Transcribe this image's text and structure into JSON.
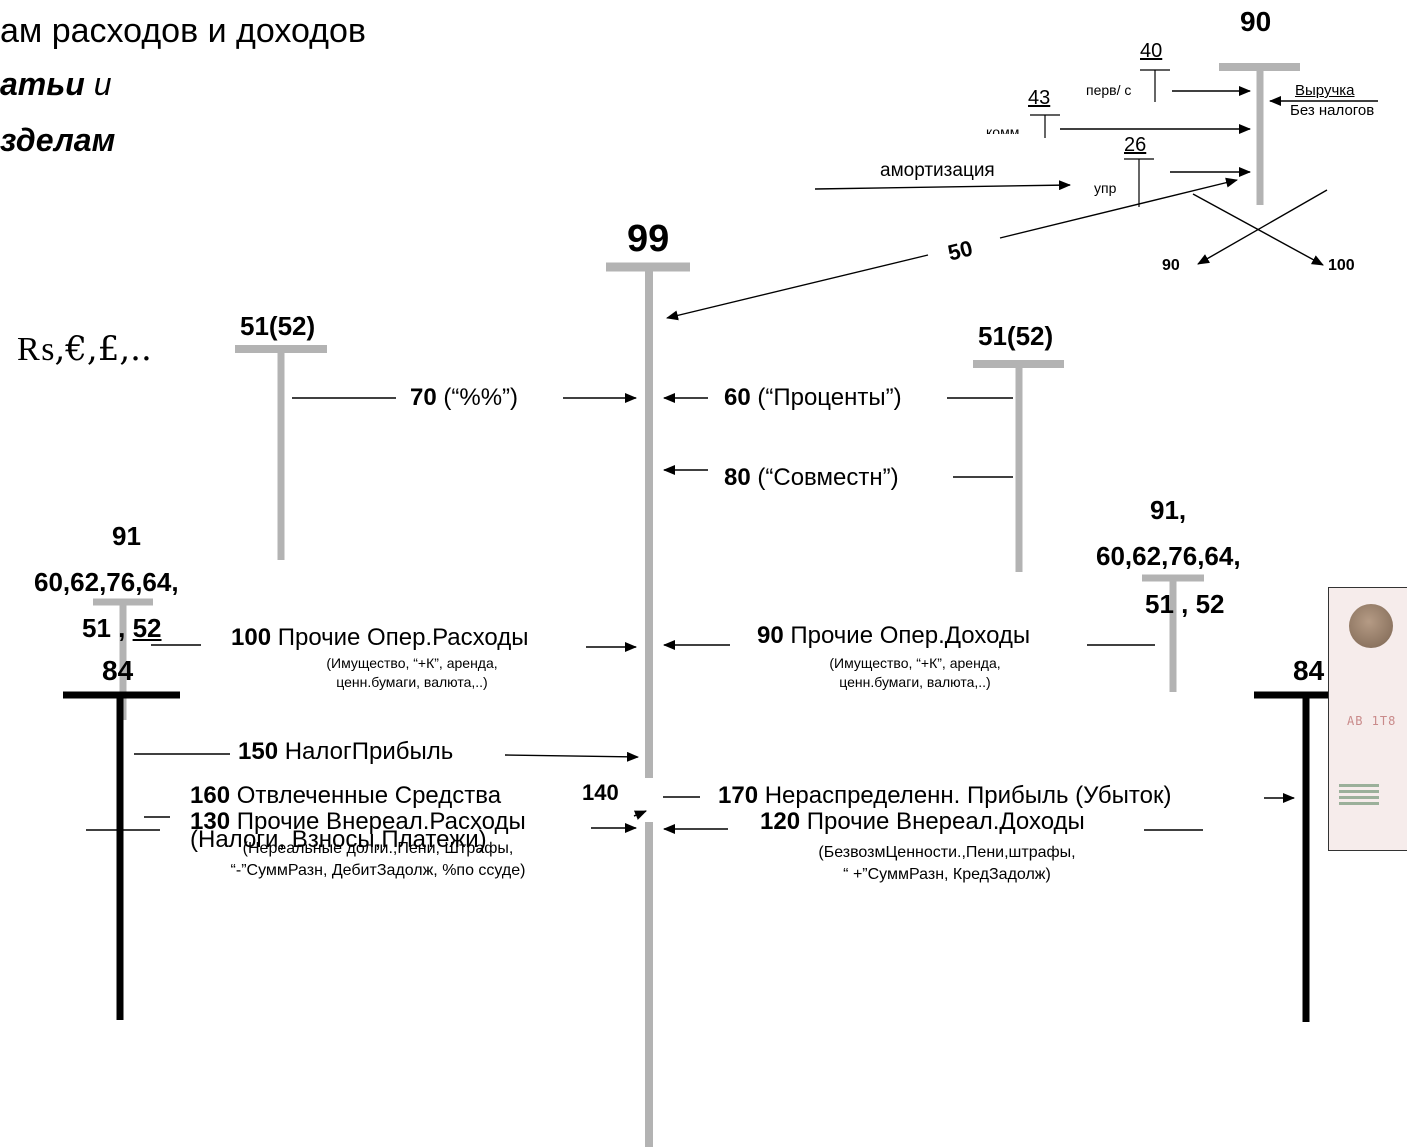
{
  "header": {
    "line1": "ам расходов и доходов",
    "line2_bold": "атьи",
    "line2_rest": " и",
    "line3": "зделам"
  },
  "currency": "₨,€,£,..",
  "top_right": {
    "acc_90": "90",
    "acc_40": "40",
    "acc_43": "43",
    "acc_26": "26",
    "perv": "перв/ с",
    "komm": "комм",
    "upr": "упр",
    "vyruchka": "Выручка",
    "bez_nalogov": "Без  налогов",
    "amortizaciya": "амортизация",
    "arrow_50": "50",
    "out_90": "90",
    "out_100": "100"
  },
  "center_account": "99",
  "left_51": "51(52)",
  "right_51": "51(52)",
  "left_group": {
    "l1": "91",
    "l2": "60,62,76,64,",
    "l3a": "51",
    "l3b": " , ",
    "l3c": "52"
  },
  "right_group": {
    "l1": "91,",
    "l2": "60,62,76,64,",
    "l3": "51 , 52"
  },
  "rows": {
    "r70": {
      "num": "70",
      "text": " (“%%”)"
    },
    "r60": {
      "num": "60",
      "text": " (“Проценты”)"
    },
    "r80": {
      "num": "80",
      "text": " (“Совместн”)"
    },
    "r100": {
      "num": "100",
      "text": " Прочие Опер.Расходы",
      "note1": "(Имущество, “+К”, аренда,",
      "note2": "ценн.бумаги, валюта,..)"
    },
    "r90": {
      "num": "90",
      "text": " Прочие Опер.Доходы",
      "note1": "(Имущество, “+К”, аренда,",
      "note2": "ценн.бумаги, валюта,..)"
    },
    "r130": {
      "num": "130",
      "text": " Прочие Внереал.Расходы",
      "note1": "(Нереальные долги.,Пени, Штрафы,",
      "note2": "“-”СуммРазн, ДебитЗадолж, %по ссуде)"
    },
    "r120": {
      "num": "120",
      "text": " Прочие Внереал.Доходы",
      "note1": "(БезвозмЦенности.,Пени,штрафы,",
      "note2": "“ +”СуммРазн, КредЗадолж)"
    },
    "r150": {
      "num": "150",
      "text": " НалогПрибыль"
    },
    "r160": {
      "num": "160",
      "text": " Отвлеченные Средства",
      "note1": "(Налоги, Взносы,Платежи)"
    },
    "r140": {
      "num": "140"
    },
    "r170": {
      "num": "170",
      "text": " Нераспределенн. Прибыль (Убыток)"
    }
  },
  "left_84": "84",
  "right_84": "84",
  "card": {
    "text": "АВ  1Т8"
  },
  "colors": {
    "gray_account": "#b3b3b3",
    "black_account": "#000000"
  }
}
